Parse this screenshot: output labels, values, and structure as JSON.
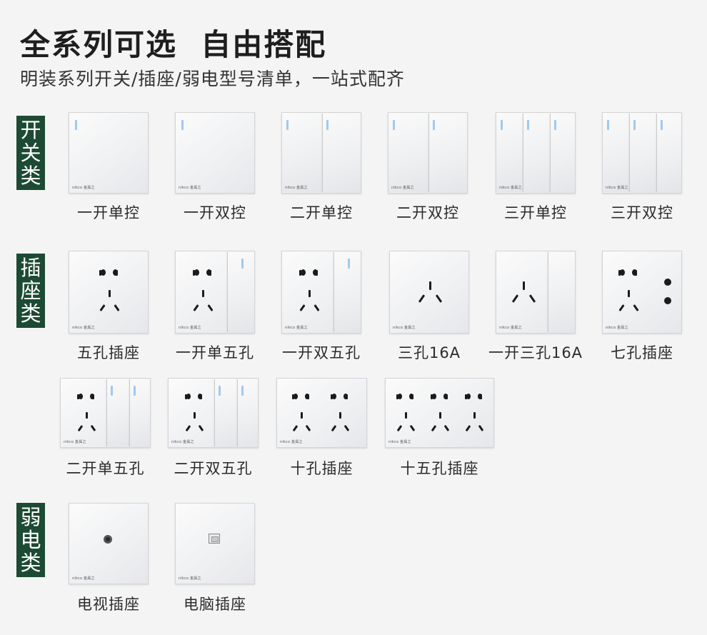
{
  "header": {
    "title": "全系列可选  自由搭配",
    "subtitle": "明装系列开关/插座/弱电型号清单，一站式配齐"
  },
  "brand_mark": "nikco 金属之",
  "categories": [
    {
      "id": "switch",
      "chars": [
        "开",
        "关",
        "类"
      ]
    },
    {
      "id": "socket",
      "chars": [
        "插",
        "座",
        "类"
      ]
    },
    {
      "id": "weak",
      "chars": [
        "弱",
        "电",
        "类"
      ]
    }
  ],
  "products": [
    {
      "label": "一开单控",
      "kind": "switch1"
    },
    {
      "label": "一开双控",
      "kind": "switch1"
    },
    {
      "label": "二开单控",
      "kind": "switch2"
    },
    {
      "label": "二开双控",
      "kind": "switch2"
    },
    {
      "label": "三开单控",
      "kind": "switch3"
    },
    {
      "label": "三开双控",
      "kind": "switch3"
    },
    {
      "label": "五孔插座",
      "kind": "five"
    },
    {
      "label": "一开单五孔",
      "kind": "five_sw"
    },
    {
      "label": "一开双五孔",
      "kind": "five_sw"
    },
    {
      "label": "三孔16A",
      "kind": "three16"
    },
    {
      "label": "一开三孔16A",
      "kind": "three16_sw"
    },
    {
      "label": "七孔插座",
      "kind": "seven"
    },
    {
      "label": "二开单五孔",
      "kind": "five_sw2"
    },
    {
      "label": "二开双五孔",
      "kind": "five_sw2"
    },
    {
      "label": "十孔插座",
      "kind": "ten"
    },
    {
      "label": "十五孔插座",
      "kind": "fifteen"
    },
    {
      "label": "电视插座",
      "kind": "tv"
    },
    {
      "label": "电脑插座",
      "kind": "pc"
    }
  ]
}
